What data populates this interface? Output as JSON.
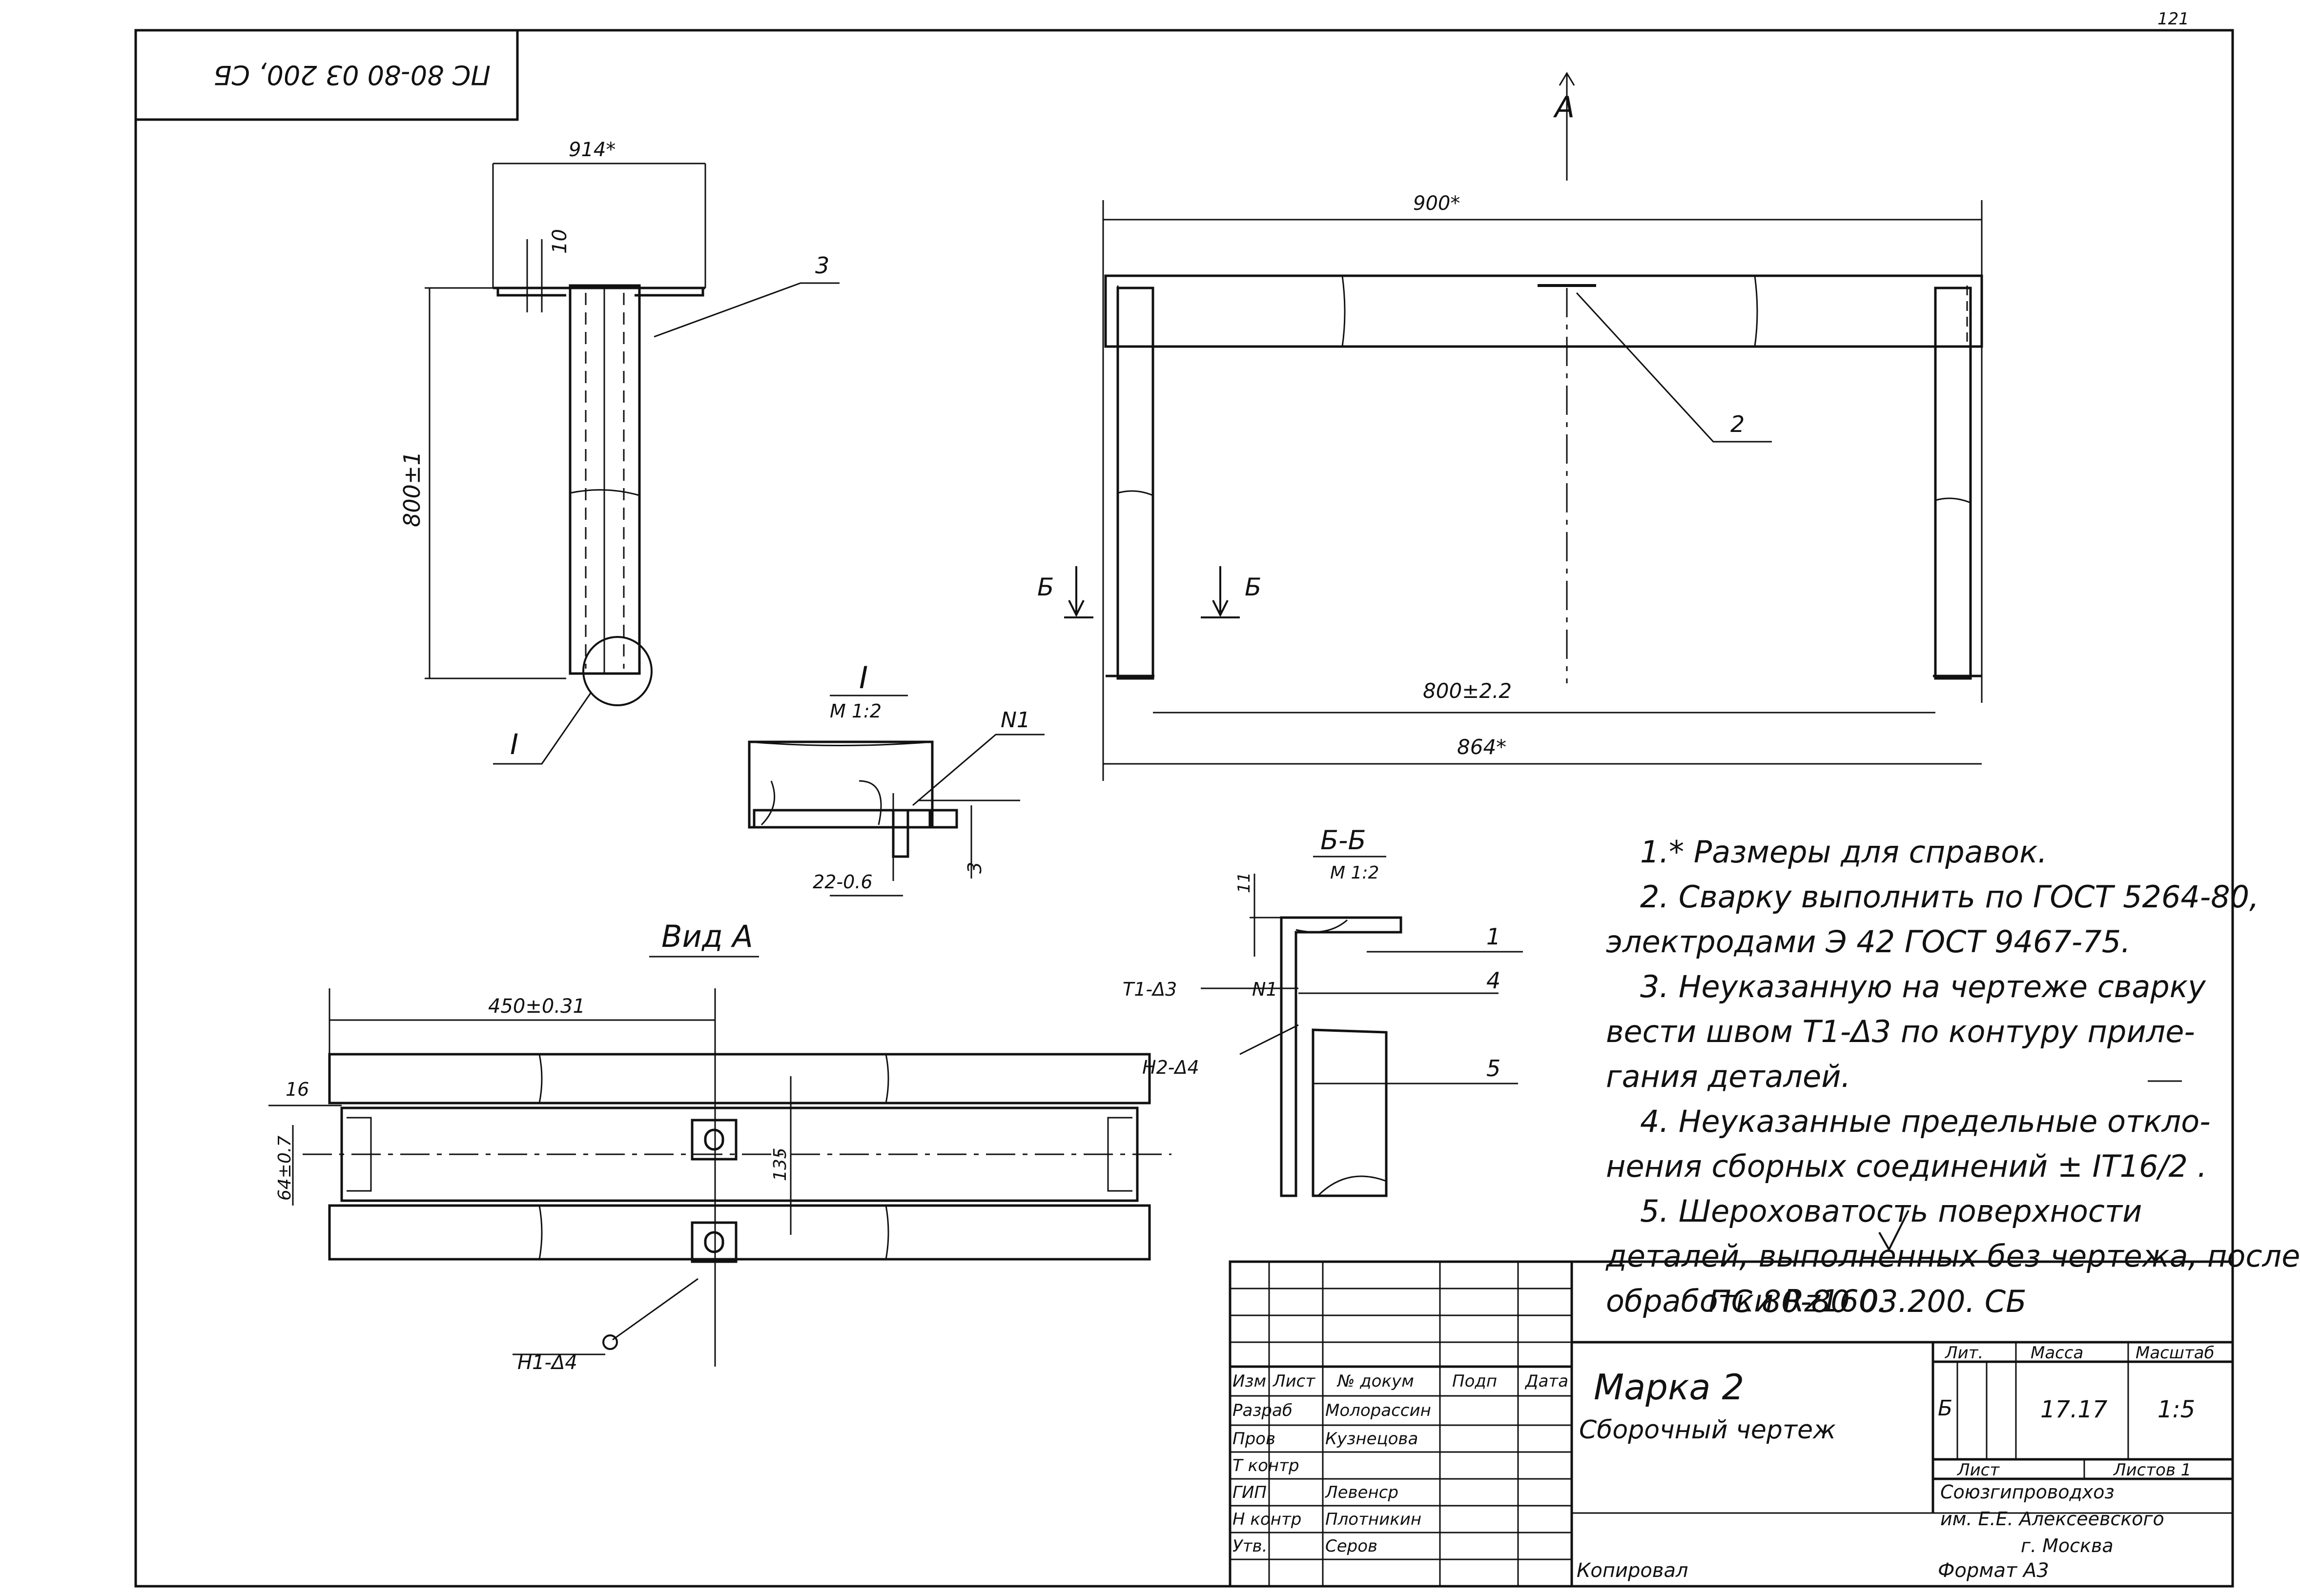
{
  "stamp_top": "ПС 80-80 03 200, СБ",
  "corner_mark": "121",
  "drawing": {
    "side_view": {
      "dim_width": "914*",
      "dim_flange": "10",
      "dim_height": "800±1",
      "callout_part": "3",
      "callout_node": "I"
    },
    "main_view": {
      "view_arrow": "А",
      "dim_top": "900*",
      "dim_inner": "800±2.2",
      "dim_outer": "864*",
      "callout_part": "2",
      "section_mark_left": "Б",
      "section_mark_right": "Б"
    },
    "detail_I": {
      "title": "I",
      "scale": "М 1:2",
      "weld": "N1",
      "dim_gap": "22-0.6",
      "dim_thk": "3"
    },
    "section_BB": {
      "title": "Б-Б",
      "scale": "М 1:2",
      "dim_top": "11",
      "weld_left": "Т1-Δ3",
      "weld_mark": "N1",
      "weld_lower": "Н2-Δ4",
      "part_1": "1",
      "part_4": "4",
      "part_5": "5"
    },
    "view_A": {
      "title": "Вид А",
      "dim_len": "450±0.31",
      "dim_16": "16",
      "dim_height": "64±0.7",
      "dim_135": "135",
      "weld_bottom": "Н1-Δ4"
    }
  },
  "notes": [
    "1.* Размеры для справок.",
    "2. Сварку выполнить по ГОСТ 5264-80,",
    "электродами Э 42 ГОСТ 9467-75.",
    "3. Неуказанную на чертеже сварку",
    "вести швом Т1-Δ3 по контуру приле-",
    "гания деталей.",
    "4. Неуказанные предельные откло-",
    "нения сборных соединений ± IT16/2 .",
    "5. Шероховатость поверхности",
    "деталей, выполненных без чертежа, после",
    "обработки Rz160."
  ],
  "title_block": {
    "doc_code": "ПС 80-80 03.200. СБ",
    "title_line1": "Марка 2",
    "title_line2": "Сборочный чертеж",
    "head": [
      "Изм",
      "Лист",
      "№ докум",
      "Подп",
      "Дата"
    ],
    "roles": [
      {
        "role": "Разраб",
        "name": "Молорассин"
      },
      {
        "role": "Пров",
        "name": "Кузнецова"
      },
      {
        "role": "Т контр",
        "name": ""
      },
      {
        "role": "ГИП",
        "name": "Левенср"
      },
      {
        "role": "Н контр",
        "name": "Плотникин"
      },
      {
        "role": "Утв.",
        "name": "Серов"
      }
    ],
    "col_lit": "Лит.",
    "col_mass": "Масса",
    "col_scale": "Масштаб",
    "lit_value": "Б",
    "mass_value": "17.17",
    "scale_value": "1:5",
    "sheet_label": "Лист",
    "sheets_label": "Листов 1",
    "org_line1": "Союзгипроводхоз",
    "org_line2": "им. Е.Е. Алексеевского",
    "org_line3": "г. Москва"
  },
  "footer": {
    "copied": "Копировал",
    "format": "Формат А3"
  }
}
